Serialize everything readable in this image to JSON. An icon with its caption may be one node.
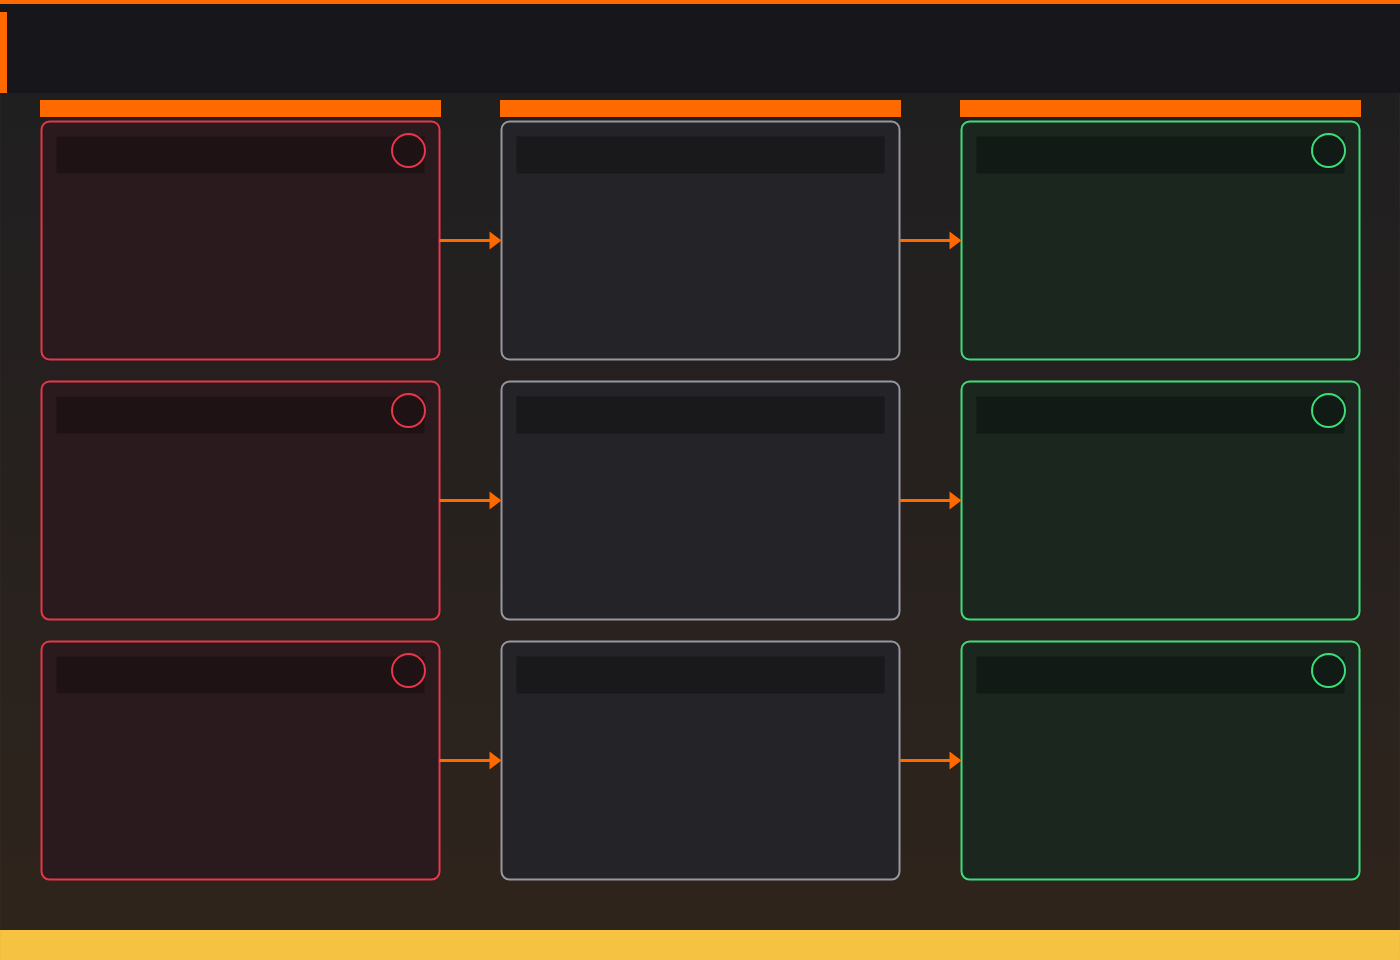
{
  "diagram": {
    "nodes": [
      {
        "text": [],
        "shape": "box"
      },
      {
        "text": [],
        "shape": "box"
      },
      {
        "text": [],
        "shape": "box"
      },
      {
        "text": [],
        "shape": "box"
      },
      {
        "text": [],
        "shape": "box"
      },
      {
        "text": [],
        "shape": "box"
      },
      {
        "text": [],
        "shape": "box"
      },
      {
        "text": [],
        "shape": "box"
      },
      {
        "text": [],
        "shape": "box"
      }
    ],
    "edges": [
      {
        "from": 0,
        "to": 1,
        "arrow": "to"
      },
      {
        "from": 1,
        "to": 2,
        "arrow": "to"
      },
      {
        "from": 3,
        "to": 4,
        "arrow": "to"
      },
      {
        "from": 4,
        "to": 5,
        "arrow": "to"
      },
      {
        "from": 6,
        "to": 7,
        "arrow": "to"
      },
      {
        "from": 7,
        "to": 8,
        "arrow": "to"
      }
    ]
  }
}
